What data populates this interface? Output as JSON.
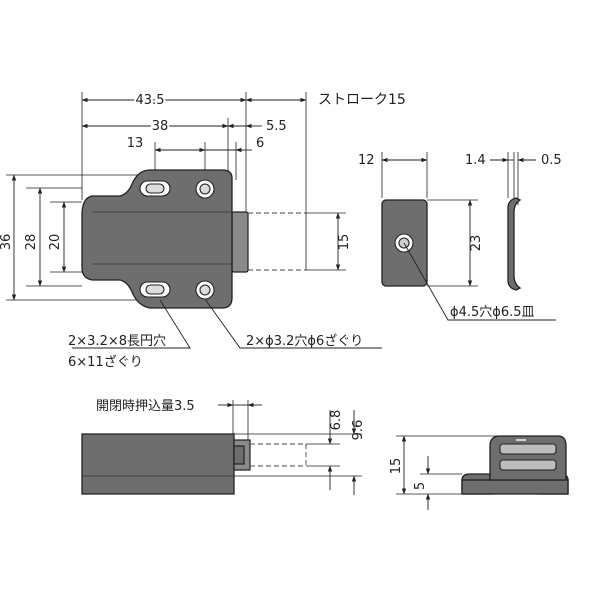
{
  "top_view": {
    "dims": {
      "overall_length": "43.5",
      "body_length": "38",
      "hole_pitch": "13",
      "six": "6",
      "five_five": "5.5",
      "stroke_label": "ストローク15",
      "height_overall": "36",
      "height_28": "28",
      "height_20": "20",
      "plunger_15": "15"
    },
    "notes": {
      "slot_line1": "2×3.2×8長円穴",
      "slot_line2": "6×11ざぐり",
      "hole_note": "2×ϕ3.2穴ϕ6ざぐり"
    }
  },
  "catch_plate": {
    "dims": {
      "width_12": "12",
      "height_23": "23",
      "thick_14": "1.4",
      "thick_05": "0.5"
    },
    "notes": {
      "hole_note": "ϕ4.5穴ϕ6.5皿"
    }
  },
  "side_view": {
    "dims": {
      "press_label": "開閉時押込量3.5",
      "h_68": "6.8",
      "h_96": "9.6"
    }
  },
  "end_view": {
    "dims": {
      "h_15": "15",
      "h_5": "5"
    }
  }
}
